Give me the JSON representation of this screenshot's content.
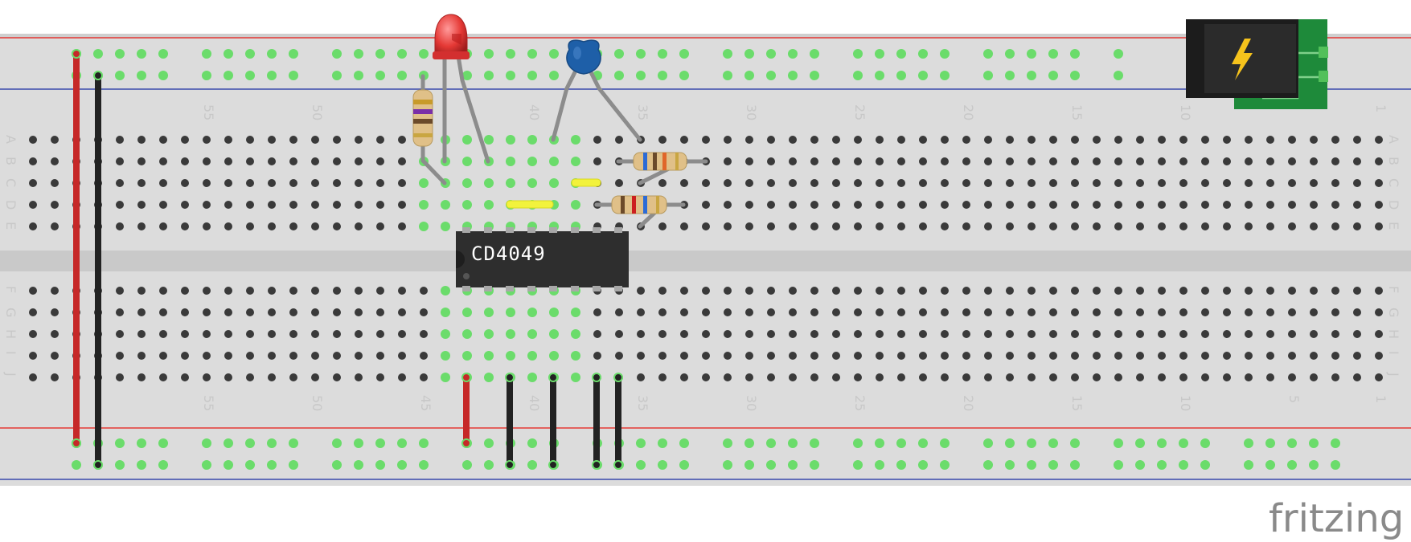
{
  "board": {
    "row_letters_top": [
      "A",
      "B",
      "C",
      "D",
      "E"
    ],
    "row_letters_bottom": [
      "F",
      "G",
      "H",
      "I",
      "J"
    ],
    "column_numbers": [
      "55",
      "50",
      "45",
      "40",
      "35",
      "30",
      "25",
      "20",
      "15",
      "10",
      "5",
      "1"
    ],
    "column_numbers_top": [
      "55",
      "50",
      "40",
      "35",
      "30",
      "25",
      "20",
      "15",
      "10",
      "1"
    ]
  },
  "ic": {
    "label": "CD4049"
  },
  "brand": {
    "logo_text": "fritzing"
  },
  "colors": {
    "board": "#dcdcdc",
    "rail_red": "#e53935",
    "rail_blue": "#3949ab",
    "hole": "#3a3a3a",
    "hole_active": "#6bdc6b",
    "wire_red": "#c62828",
    "wire_black": "#222222",
    "led": "#e53935",
    "capacitor": "#1e5fa8",
    "jumper_yellow": "#f2f23c",
    "ic_body": "#2e2e2e",
    "power_jack_pcb": "#1e8a3a"
  },
  "icons": {
    "power_jack": "lightning-bolt-icon"
  }
}
